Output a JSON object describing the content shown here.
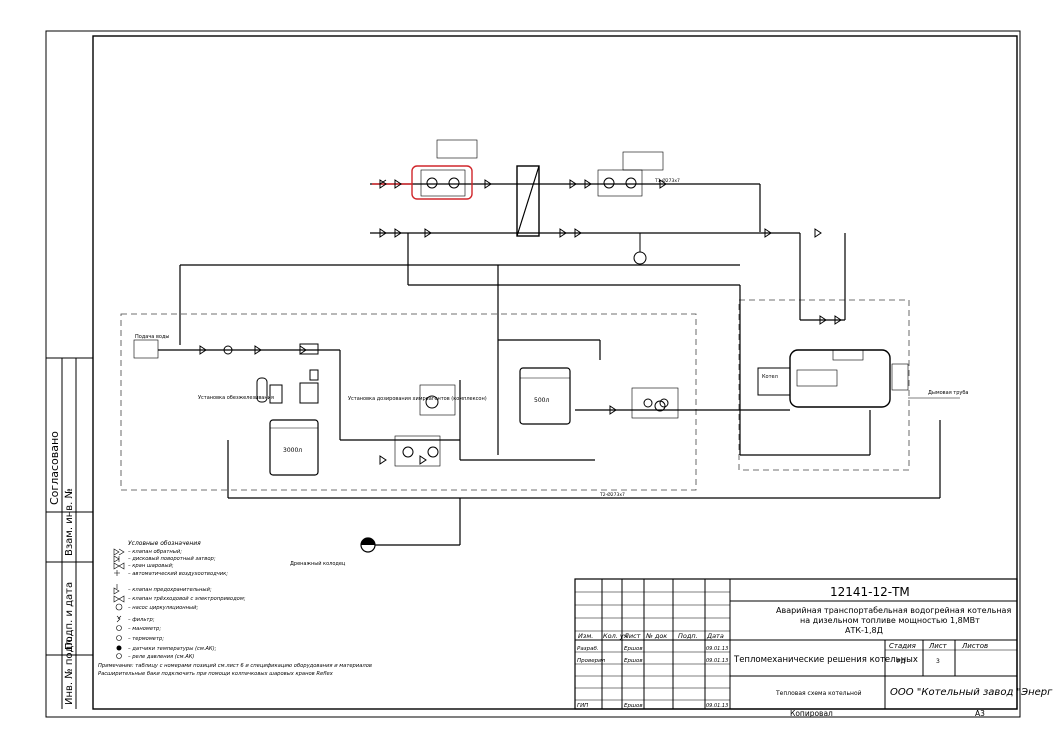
{
  "side_stamp": {
    "soglasovano": "Согласовано",
    "vzam_inv": "Взам. инв. №",
    "podp_data": "Подп. и дата",
    "inv_podl": "Инв. № подл."
  },
  "title_block": {
    "doc_code": "12141-12-ТМ",
    "project_title": [
      "Аварийная транспортабельная водогрейная котельная",
      "на дизельном топливе мощностью 1,8МВт",
      "АТК-1,8Д"
    ],
    "section_title": "Тепломеханические решения котельных",
    "drawing_title": "Тепловая схема котельной",
    "company": "ООО \"Котельный завод \"Энерг",
    "stage_header": "Стадия",
    "sheet_header": "Лист",
    "sheets_header": "Листов",
    "stage_value": "РД",
    "sheet_value": "3",
    "col_headers": [
      "Изм.",
      "Кол. уч",
      "Лист",
      "№ док",
      "Подп.",
      "Дата"
    ],
    "rows": [
      {
        "role": "Разраб.",
        "name": "Ершов",
        "date": "09.01.13"
      },
      {
        "role": "Проверил",
        "name": "Ершов",
        "date": "09.01.13"
      },
      {
        "role": "ГИП",
        "name": "Ершов",
        "date": "09.01.13"
      }
    ],
    "copied": "Копировал",
    "format": "А3"
  },
  "legend": {
    "title": "Условные обозначения",
    "items": [
      "клапан обратный;",
      "дисковый поворотный затвор;",
      "кран шаровый;",
      "автоматический воздухоотводчик;",
      "клапан предохранительный;",
      "клапан трёхходовой с электроприводом;",
      "насос циркуляционный;",
      "фильтр;",
      "манометр;",
      "термометр;",
      "датчики температуры (см.АК);",
      "реле давления (см.АК)"
    ],
    "note_1": "Примечание: таблицу с номерами позиций см.лист 6 и спецификацию оборудования и материалов",
    "note_2": "Расширительные баки подключить при помощи колпачковых шаровых кранов Reflex"
  },
  "labels": {
    "tank_3000": "3000л",
    "tank_500": "500л",
    "inlet": "Подача воды",
    "softener": "Установка обезжелезивания",
    "dosing": "Установка дозирования химреагентов (комплексон)",
    "boiler_unit": "Котел",
    "to_chimney": "Дымовая труба",
    "drain": "Дренажный колодец",
    "supply_out": "Т1-Ø273х7",
    "return_in": "Т2-Ø273х7"
  }
}
